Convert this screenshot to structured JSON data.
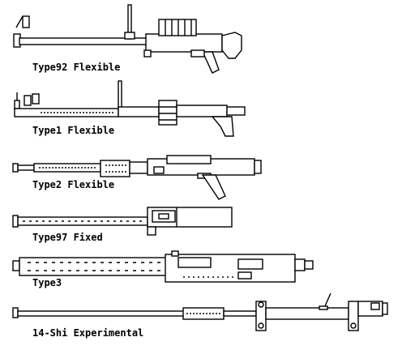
{
  "weapons": [
    {
      "label": "Type92 Flexible"
    },
    {
      "label": "Type1 Flexible"
    },
    {
      "label": "Type2 Flexible"
    },
    {
      "label": "Type97 Fixed"
    },
    {
      "label": "Type3"
    },
    {
      "label": "14-Shi Experimental"
    }
  ]
}
